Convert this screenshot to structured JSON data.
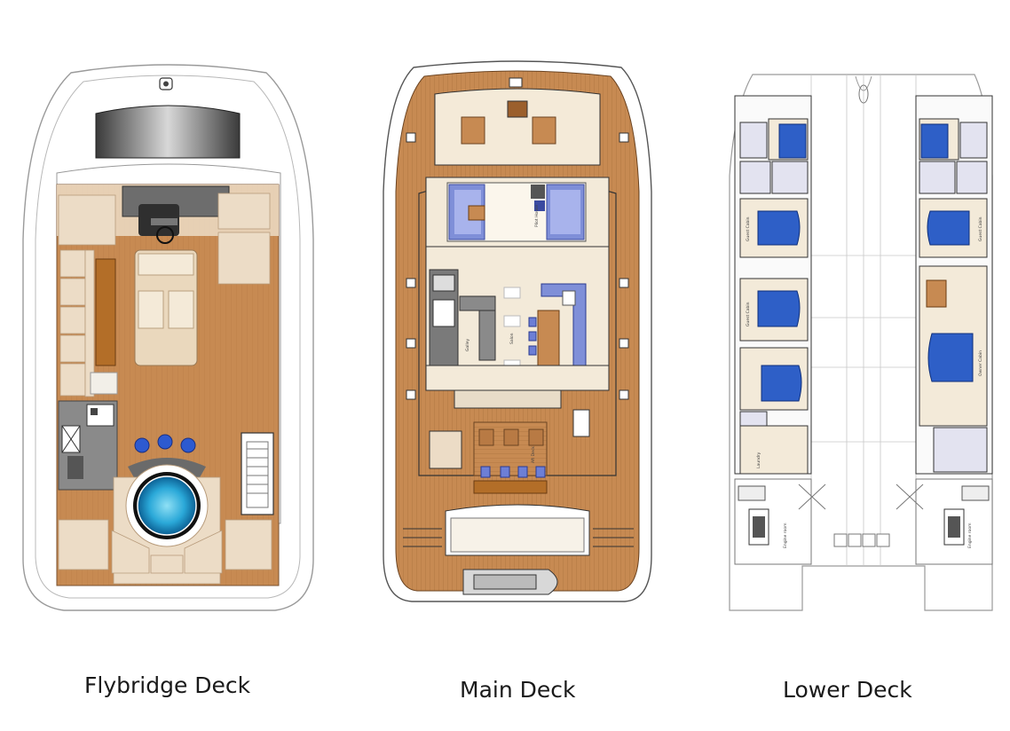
{
  "decks": [
    {
      "id": "flybridge",
      "caption": "Flybridge Deck"
    },
    {
      "id": "main",
      "caption": "Main Deck",
      "room_labels": [
        "Galley",
        "Salon",
        "Pilot House",
        "Aft Deck"
      ]
    },
    {
      "id": "lower",
      "caption": "Lower Deck",
      "room_labels": [
        "Guest Cabin",
        "Guest Cabin",
        "Guest Cabin",
        "Owner Cabin",
        "Laundry",
        "Engine room",
        "Engine room"
      ]
    }
  ],
  "colors": {
    "teak": "#c78a52",
    "teak_dark": "#9b5f2c",
    "cream_cushion": "#ecdcc6",
    "interior_floor": "#f3ead9",
    "blue_upholstery": "#7f8fd8",
    "bed_blue": "#2e5fc7",
    "hull_line": "#8a8a8a",
    "jacuzzi": "#2aa8d8"
  }
}
